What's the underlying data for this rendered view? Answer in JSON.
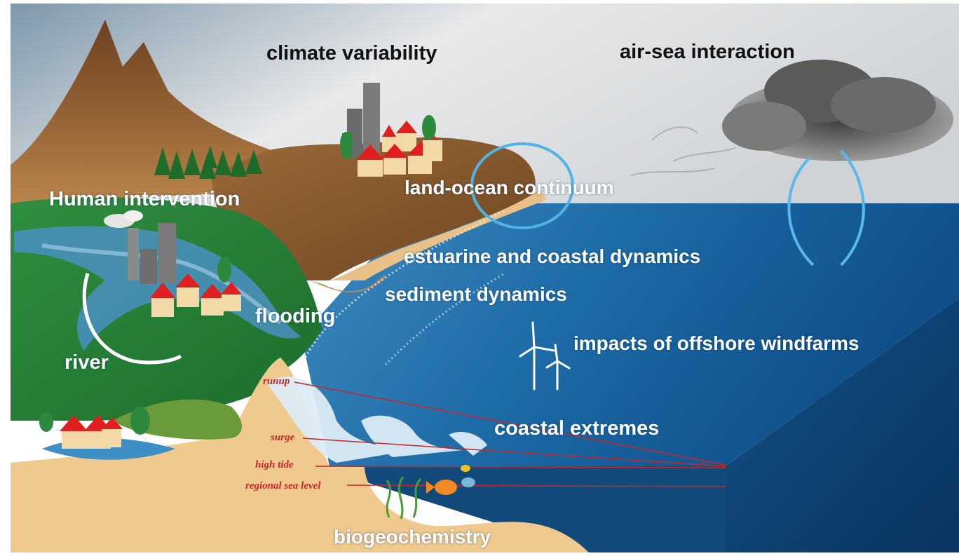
{
  "labels": {
    "climate_variability": "climate variability",
    "air_sea_interaction": "air-sea interaction",
    "human_intervention": "Human intervention",
    "land_ocean_continuum": "land-ocean continuum",
    "estuarine_coastal_dynamics": "estuarine and coastal dynamics",
    "sediment_dynamics": "sediment  dynamics",
    "flooding": "flooding",
    "river": "river",
    "offshore_windfarms": "impacts of offshore windfarms",
    "coastal_extremes": "coastal extremes",
    "biogeochemistry": "biogeochemistry"
  },
  "sea_level_labels": {
    "runup": "runup",
    "surge": "surge",
    "high_tide": "high tide",
    "regional_sea_level": "regional sea level"
  },
  "icons": [
    "mountain-icon",
    "forest-icon",
    "city-icon",
    "house-icon",
    "factory-icon",
    "cloud-icon",
    "wind-turbine-icon",
    "wave-icon",
    "fish-icon",
    "seaweed-icon",
    "circulation-arrow-icon"
  ],
  "colors": {
    "sky_top": "#8fa6b6",
    "sky_mid": "#d9dcde",
    "ocean": "#1b5f98",
    "ocean_deep": "#0f4a80",
    "land_brown": "#8b5a2b",
    "sand": "#f0c98e",
    "vegetation": "#2e8b3e",
    "river_blue": "#4a90c2",
    "roof_red": "#e02020",
    "sea_level_red": "#c62828"
  }
}
